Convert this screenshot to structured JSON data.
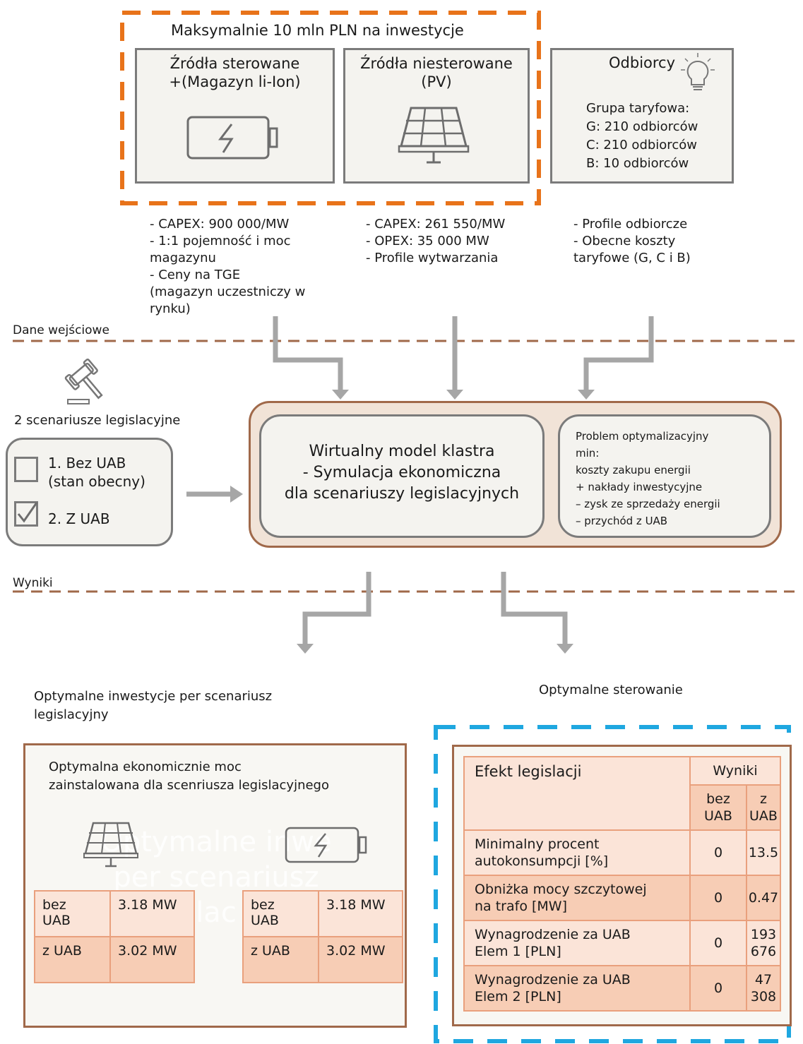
{
  "budget_label": "Maksymalnie 10 mln PLN na inwestycje",
  "sources": {
    "controlled": {
      "title": "Źródła sterowane\n+(Magazyn li-Ion)",
      "icon": "battery-charging-icon"
    },
    "uncontrolled": {
      "title": "Źródła niesterowane\n(PV)",
      "icon": "solar-panel-icon"
    },
    "consumers": {
      "title": "Odbiorcy",
      "icon": "lightbulb-icon",
      "body": "Grupa taryfowa:\nG: 210 odbiorców\nC: 210 odbiorców\nB: 10 odbiorców"
    }
  },
  "inputs": {
    "controlled": "- CAPEX: 900 000/MW\n- 1:1 pojemność i moc\nmagazynu\n- Ceny na TGE\n(magazyn uczestniczy w\nrynku)",
    "uncontrolled": "- CAPEX: 261 550/MW\n- OPEX: 35 000 MW\n- Profile wytwarzania",
    "consumers": "- Profile odbiorcze\n- Obecne koszty\ntaryfowe (G, C i B)"
  },
  "sections": {
    "input_data": "Dane wejściowe",
    "results": "Wyniki"
  },
  "legislation": {
    "title": "2 scenariusze legislacyjne",
    "icon": "gavel-icon",
    "options": [
      {
        "label": "1. Bez UAB\n(stan obecny)",
        "checked": false
      },
      {
        "label": "2. Z UAB",
        "checked": true
      }
    ]
  },
  "model": {
    "title": "Wirtualny model klastra\n- Symulacja ekonomiczna\ndla scenariuszy legislacyjnych",
    "optimization": "Problem optymalizacyjny\nmin:\nkoszty zakupu energii\n+ nakłady inwestycyjne\n– zysk ze sprzedaży energii\n– przychód z UAB"
  },
  "outputs": {
    "investments_title": "Optymalne inwestycje per scenariusz\nlegislacyjny",
    "control_title": "Optymalne sterowanie"
  },
  "investments_panel": {
    "title": "Optymalna ekonomicznie moc\nzainstalowana dla scenriusza legislacyjnego",
    "watermark": "Optymalne inwe\nper scenariusz\nlac",
    "pv_table": [
      [
        "bez\nUAB",
        "3.18 MW"
      ],
      [
        "z UAB",
        "3.02 MW"
      ]
    ],
    "battery_table": [
      [
        "bez\nUAB",
        "3.18 MW"
      ],
      [
        "z UAB",
        "3.02 MW"
      ]
    ]
  },
  "effects_table": {
    "header": "Efekt legislacji",
    "group": "Wyniki",
    "col_a": "bez\nUAB",
    "col_b": "z\nUAB",
    "rows": [
      {
        "label": "Minimalny procent\nautokonsumpcji [%]",
        "a": "0",
        "b": "13.5"
      },
      {
        "label": "Obniżka mocy szczytowej\nna trafo [MW]",
        "a": "0",
        "b": "0.47"
      },
      {
        "label": "Wynagrodzenie za UAB\nElem 1 [PLN]",
        "a": "0",
        "b": "193\n676"
      },
      {
        "label": "Wynagrodzenie za UAB\nElem 2 [PLN]",
        "a": "0",
        "b": "47\n308"
      }
    ]
  },
  "colors": {
    "orange_dash": "#e8731a",
    "blue_dash": "#1fa7e0",
    "brown": "#a0694a",
    "arrow": "#a6a6a6",
    "salmon_light": "#fbe4d8",
    "salmon": "#f7cdb5"
  }
}
